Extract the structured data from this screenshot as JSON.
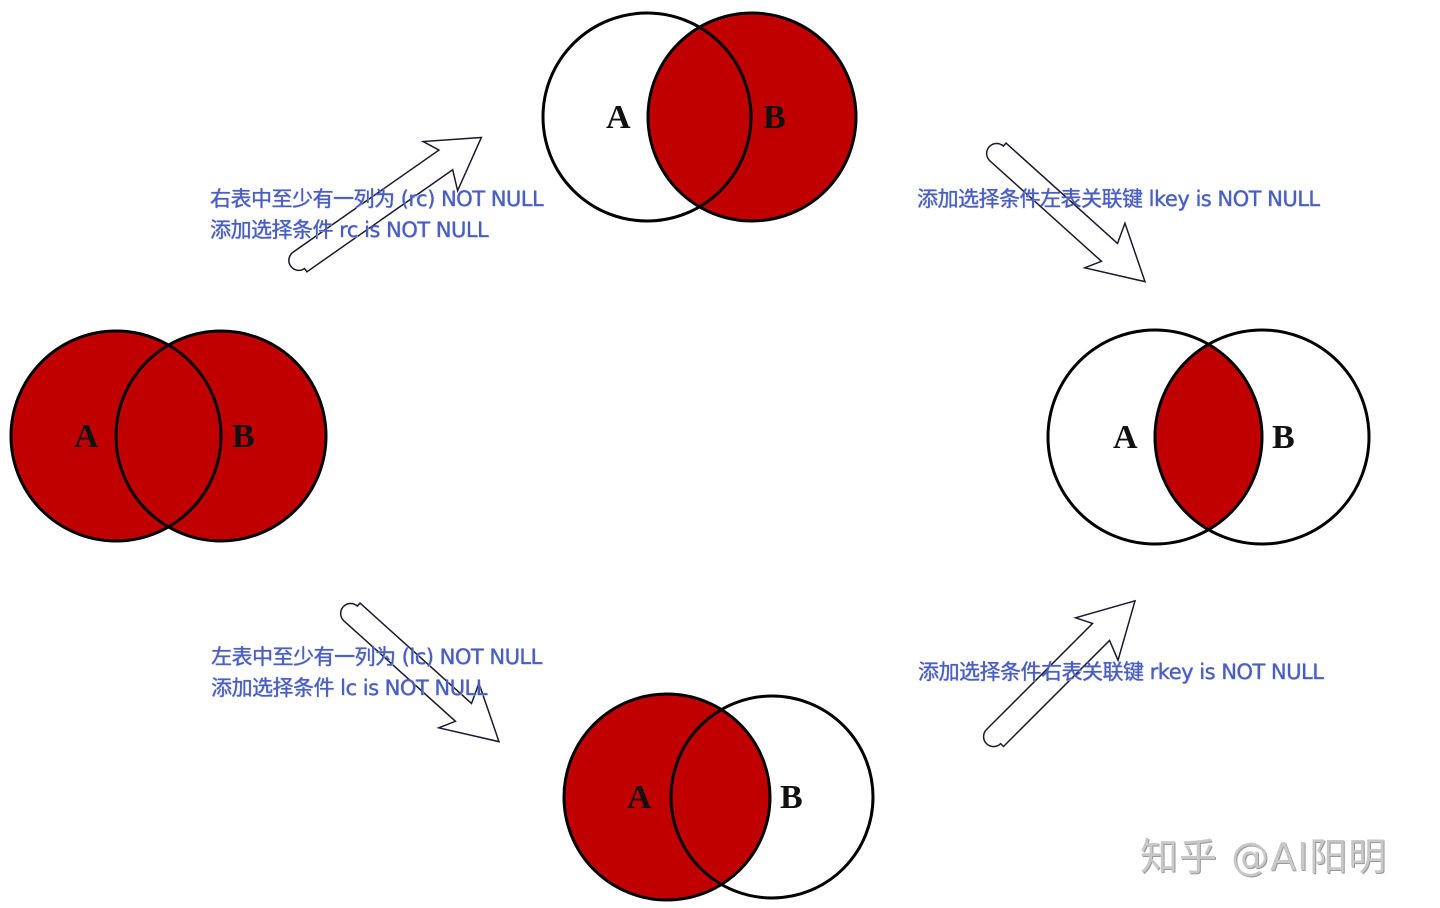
{
  "colors": {
    "fill_red": "#c00000",
    "stroke": "#000000",
    "text_blue": "#4a5fc4",
    "watermark_gray": "#c8c8c8",
    "background": "#ffffff"
  },
  "venns": {
    "full_outer": {
      "label_a": "A",
      "label_b": "B",
      "shaded": "A ∪ B"
    },
    "right_join": {
      "label_a": "A",
      "label_b": "B",
      "shaded": "B"
    },
    "left_join": {
      "label_a": "A",
      "label_b": "B",
      "shaded": "A"
    },
    "inner_join": {
      "label_a": "A",
      "label_b": "B",
      "shaded": "A ∩ B"
    }
  },
  "transitions": {
    "to_right_join": {
      "line1": "右表中至少有一列为 (rc) NOT NULL",
      "line2": "添加选择条件 rc is NOT NULL"
    },
    "to_left_join": {
      "line1": "左表中至少有一列为 (lc) NOT NULL",
      "line2": "添加选择条件 lc is NOT NULL"
    },
    "right_to_inner": {
      "line1": "添加选择条件左表关联键 lkey is NOT NULL"
    },
    "left_to_inner": {
      "line1": "添加选择条件右表关联键 rkey is NOT NULL"
    }
  },
  "watermark": "知乎 @AI阳明"
}
